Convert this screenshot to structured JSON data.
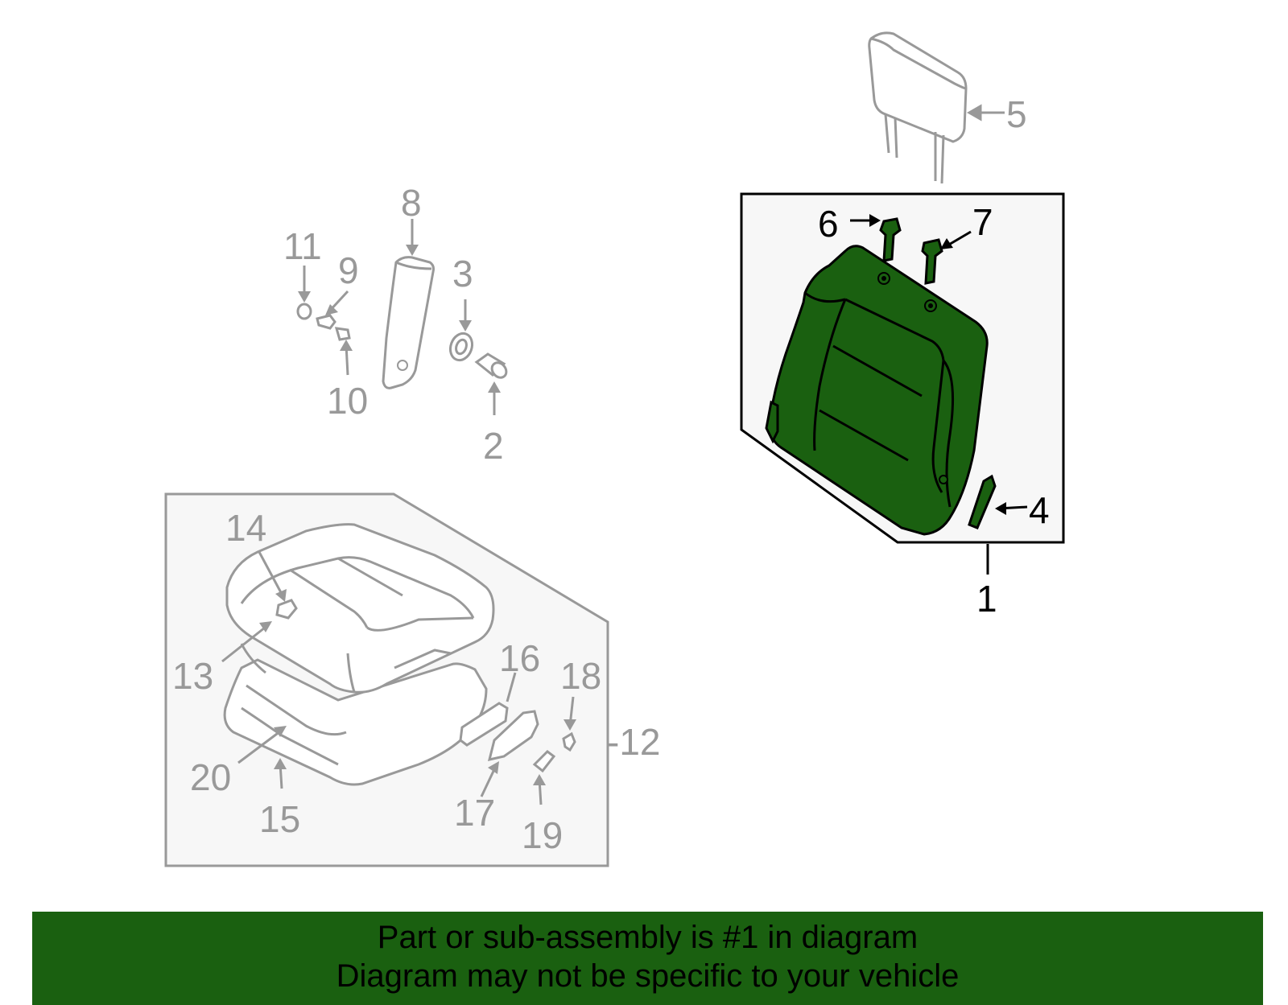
{
  "diagram": {
    "callouts": {
      "c1": "1",
      "c2": "2",
      "c3": "3",
      "c4": "4",
      "c5": "5",
      "c6": "6",
      "c7": "7",
      "c8": "8",
      "c9": "9",
      "c10": "10",
      "c11": "11",
      "c12": "-12",
      "c13": "13",
      "c14": "14",
      "c15": "15",
      "c16": "16",
      "c17": "17",
      "c18": "18",
      "c19": "19",
      "c20": "20"
    },
    "colors": {
      "highlight": "#1a6010",
      "inactive": "#999999",
      "panel_fill": "#f7f7f7"
    }
  },
  "banner": {
    "line1": "Part or sub-assembly is #1 in diagram",
    "line2": "Diagram may not be specific to your vehicle"
  }
}
